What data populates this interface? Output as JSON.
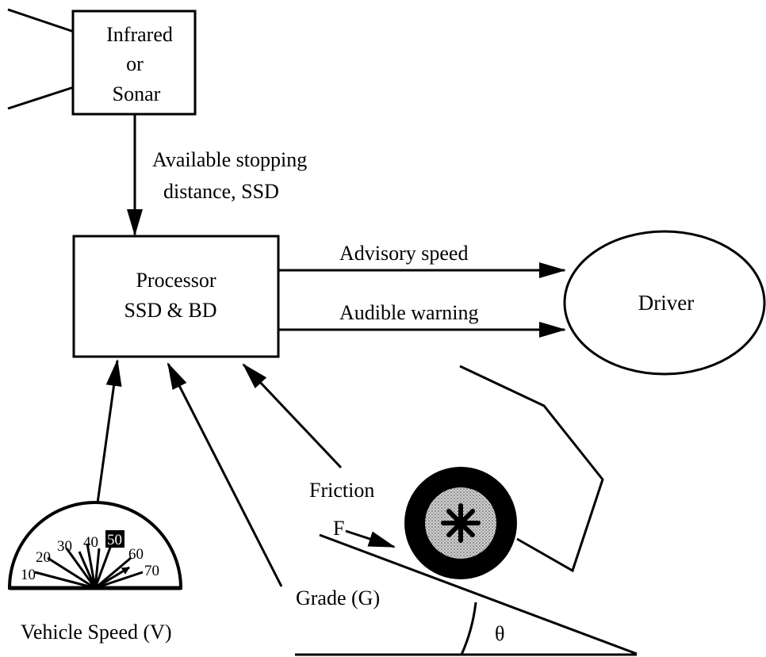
{
  "sensor_box": {
    "line1": "Infrared",
    "line2": "or",
    "line3": "Sonar"
  },
  "ssd_label": {
    "line1": "Available stopping",
    "line2": "distance, SSD"
  },
  "processor_box": {
    "line1": "Processor",
    "line2": "SSD & BD"
  },
  "driver_label": "Driver",
  "advisory_label": "Advisory speed",
  "audible_label": "Audible warning",
  "friction_label": "Friction",
  "force_label": "F",
  "grade_label": "Grade (G)",
  "angle_label": "θ",
  "speed_label": "Vehicle Speed (V)",
  "speedometer": {
    "ticks": [
      "10",
      "20",
      "30",
      "40",
      "50",
      "60",
      "70"
    ],
    "highlighted": "50"
  }
}
